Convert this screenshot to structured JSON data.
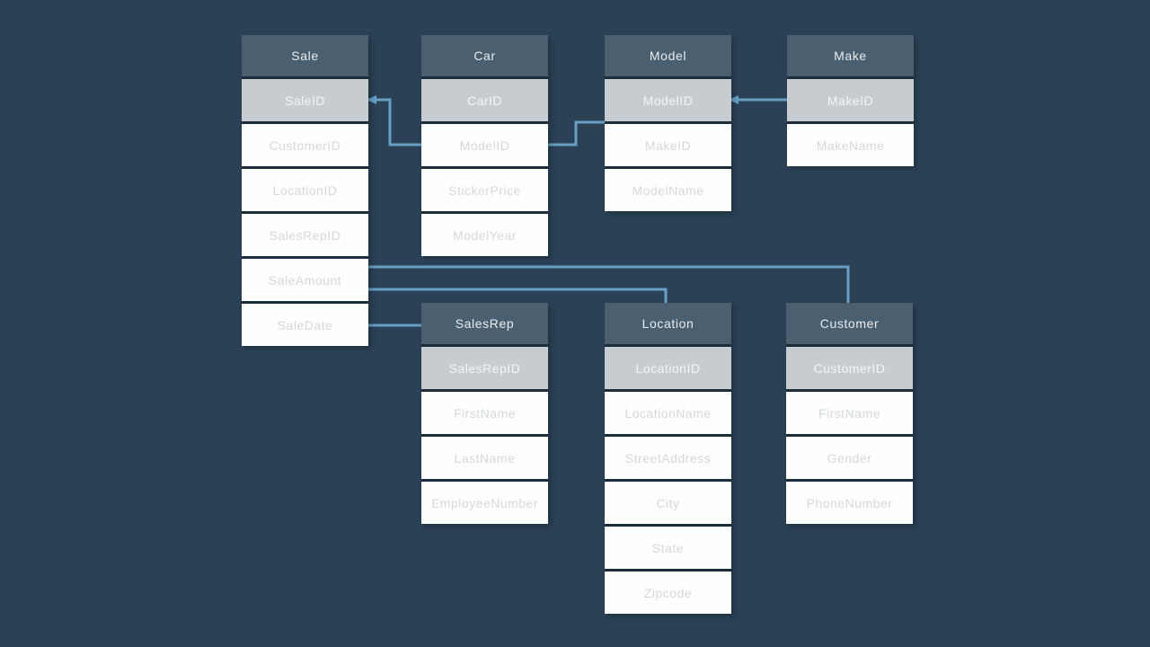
{
  "diagram": {
    "type": "entity-relationship-diagram",
    "colors": {
      "background": "#2a4156",
      "table_header": "#4a5f70",
      "key_row": "#c7ccd1",
      "row": "#fdfefe",
      "header_text": "#e9edef",
      "key_text": "#f3f5f6",
      "row_text": "#d5d8db",
      "relationship_line": "#68a0c6"
    },
    "tables": [
      {
        "name": "Sale",
        "primary_key": "SaleID",
        "fields": [
          "SaleID",
          "CustomerID",
          "LocationID",
          "SalesRepID",
          "SaleAmount",
          "SaleDate"
        ]
      },
      {
        "name": "Car",
        "primary_key": "CarID",
        "fields": [
          "CarID",
          "ModelID",
          "StickerPrice",
          "ModelYear"
        ]
      },
      {
        "name": "Model",
        "primary_key": "ModelID",
        "fields": [
          "ModelID",
          "MakeID",
          "ModelName"
        ]
      },
      {
        "name": "Make",
        "primary_key": "MakeID",
        "fields": [
          "MakeID",
          "MakeName"
        ]
      },
      {
        "name": "SalesRep",
        "primary_key": "SalesRepID",
        "fields": [
          "SalesRepID",
          "FirstName",
          "LastName",
          "EmployeeNumber"
        ]
      },
      {
        "name": "Location",
        "primary_key": "LocationID",
        "fields": [
          "LocationID",
          "LocationName",
          "StreetAddress",
          "City",
          "State",
          "Zipcode"
        ]
      },
      {
        "name": "Customer",
        "primary_key": "CustomerID",
        "fields": [
          "CustomerID",
          "FirstName",
          "Gender",
          "PhoneNumber"
        ]
      }
    ],
    "relationships": [
      {
        "from": "Sale.SaleID",
        "to": "Car.ModelID"
      },
      {
        "from": "Car.ModelID",
        "to": "Model.ModelID"
      },
      {
        "from": "Model.ModelID",
        "to": "Make.MakeID"
      },
      {
        "from": "Sale.SaleAmount",
        "to": "Customer"
      },
      {
        "from": "Sale.SaleAmount",
        "to": "Location"
      },
      {
        "from": "Sale.SaleDate",
        "to": "SalesRep"
      }
    ]
  }
}
